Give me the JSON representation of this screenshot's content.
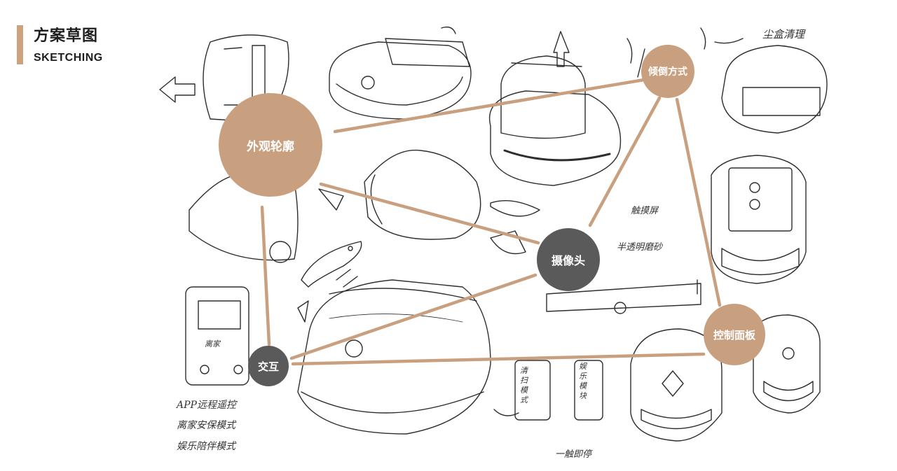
{
  "header": {
    "title_cn": "方案草图",
    "title_en": "SKETCHING"
  },
  "colors": {
    "accent": "#cda27f",
    "node_tan": "#c8a07f",
    "node_gray": "#5a5a5a",
    "connector": "#c8a07f"
  },
  "nodes": {
    "appearance": "外观轮廓",
    "tilt": "倾倒方式",
    "camera": "摄像头",
    "control_panel": "控制面板",
    "interaction": "交互"
  },
  "sketch_notes": {
    "dust_box_cleaning": "尘盒清理",
    "touch_screen": "触摸屏",
    "semi_transparent": "半透明磨砂",
    "app_remote": "APP远程遥控",
    "home_security": "离家安保模式",
    "entertainment": "娱乐陪伴模式",
    "clean_mode": "清扫模式",
    "entertainment_mode": "娱乐模块",
    "touch_stop": "一触即停",
    "home_label": "离家"
  }
}
